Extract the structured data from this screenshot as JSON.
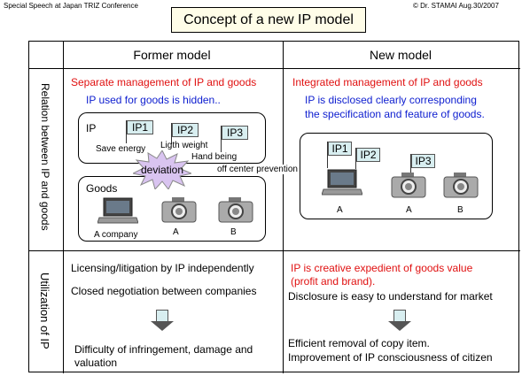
{
  "header": {
    "left": "Special  Speech at Japan  TRIZ Conference",
    "right": "© Dr. STAMAI   Aug.30/2007",
    "title": "Concept of  a  new  IP  model"
  },
  "columns": {
    "former": "Former  model",
    "new": "New  model"
  },
  "rows": {
    "relation": "Relation between IP and goods",
    "utilization": "Utilization of IP"
  },
  "former_relation": {
    "red": "Separate management of IP and goods",
    "blue": "IP used for goods is hidden..",
    "ip_label": "IP",
    "ip1": "IP1",
    "ip2": "IP2",
    "ip3": "IP3",
    "save": "Save energy",
    "light": "Ligth weight",
    "hand1": "Hand being",
    "hand2": "off center prevention",
    "deviation": "deviation",
    "goods_label": "Goods",
    "a_company": "A company",
    "a": "A",
    "b": "B"
  },
  "new_relation": {
    "red": "Integrated management of IP and goods",
    "blue1": "IP is disclosed clearly  corresponding",
    "blue2": "the specification and feature of goods.",
    "ip1": "IP1",
    "ip2": "IP2",
    "ip3": "IP3",
    "a1": "A",
    "a2": "A",
    "b": "B"
  },
  "former_util": {
    "line1": "Licensing/litigation by IP independently",
    "line2": "Closed negotiation between companies",
    "result1": "Difficulty of infringement, damage and",
    "result2": "valuation"
  },
  "new_util": {
    "red1": "IP is creative expedient of goods value",
    "red2": "(profit and brand).",
    "line": "Disclosure is easy to understand for market",
    "result1": "Efficient removal of copy item.",
    "result2": "Improvement of IP consciousness of citizen"
  },
  "colors": {
    "red": "#e01010",
    "blue": "#1020d0",
    "flag": "#d8eef0",
    "title_bg": "#fffde8"
  }
}
